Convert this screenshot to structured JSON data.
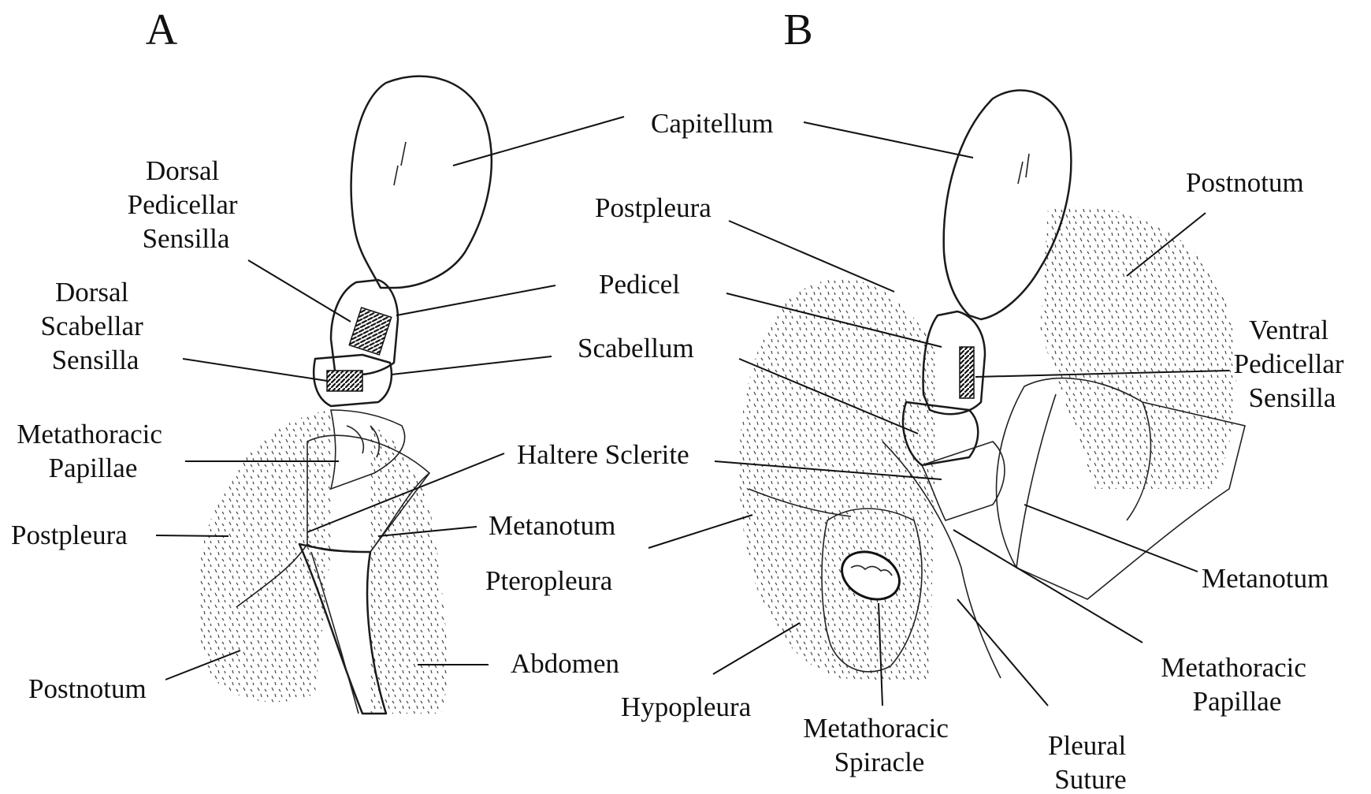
{
  "panels": {
    "a": "A",
    "b": "B"
  },
  "labels_a": {
    "dorsal_pedicellar": [
      "Dorsal",
      "Pedicellar",
      "Sensilla"
    ],
    "dorsal_scabellar": [
      "Dorsal",
      "Scabellar",
      "Sensilla"
    ],
    "metathoracic_papillae": [
      "Metathoracic",
      "Papillae"
    ],
    "postpleura": "Postpleura",
    "postnotum": "Postnotum"
  },
  "labels_center": {
    "capitellum": "Capitellum",
    "pedicel": "Pedicel",
    "scabellum": "Scabellum",
    "haltere_sclerite": "Haltere Sclerite",
    "metanotum": "Metanotum",
    "pteropleura": "Pteropleura",
    "abdomen": "Abdomen"
  },
  "labels_b": {
    "postpleura": "Postpleura",
    "postnotum": "Postnotum",
    "ventral_pedicellar": [
      "Ventral",
      "Pedicellar",
      "Sensilla"
    ],
    "metanotum": "Metanotum",
    "metathoracic_papillae": [
      "Metathoracic",
      "Papillae"
    ],
    "hypopleura": "Hypopleura",
    "metathoracic_spiracle": [
      "Metathoracic",
      "Spiracle"
    ],
    "pleural_suture": [
      "Pleural",
      "Suture"
    ]
  }
}
